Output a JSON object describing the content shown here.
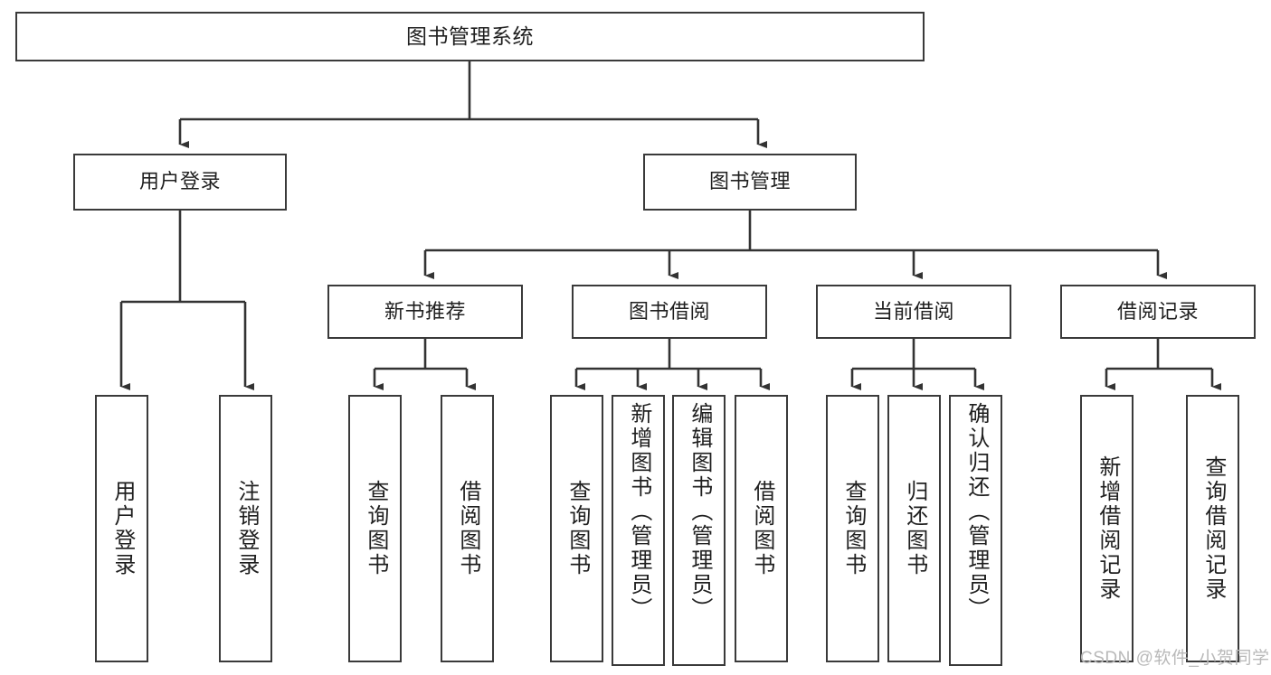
{
  "diagram": {
    "type": "tree-hierarchy",
    "title": "图书管理系统",
    "root": {
      "id": "root",
      "label": "图书管理系统"
    },
    "level2": [
      {
        "id": "user-login",
        "label": "用户登录"
      },
      {
        "id": "book-management",
        "label": "图书管理"
      }
    ],
    "level3": [
      {
        "id": "new-book-recommend",
        "label": "新书推荐",
        "parent": "book-management"
      },
      {
        "id": "book-borrow",
        "label": "图书借阅",
        "parent": "book-management"
      },
      {
        "id": "current-borrow",
        "label": "当前借阅",
        "parent": "book-management"
      },
      {
        "id": "borrow-record",
        "label": "借阅记录",
        "parent": "book-management"
      }
    ],
    "leaves": [
      {
        "id": "leaf-user-login",
        "label": "用户登录",
        "parent": "user-login"
      },
      {
        "id": "leaf-logout",
        "label": "注销登录",
        "parent": "user-login"
      },
      {
        "id": "leaf-query-book-1",
        "label": "查询图书",
        "parent": "new-book-recommend"
      },
      {
        "id": "leaf-borrow-book-1",
        "label": "借阅图书",
        "parent": "new-book-recommend"
      },
      {
        "id": "leaf-query-book-2",
        "label": "查询图书",
        "parent": "book-borrow"
      },
      {
        "id": "leaf-add-book",
        "label": "新增图书（管理员）",
        "parent": "book-borrow"
      },
      {
        "id": "leaf-edit-book",
        "label": "编辑图书（管理员）",
        "parent": "book-borrow"
      },
      {
        "id": "leaf-borrow-book-2",
        "label": "借阅图书",
        "parent": "book-borrow"
      },
      {
        "id": "leaf-query-book-3",
        "label": "查询图书",
        "parent": "current-borrow"
      },
      {
        "id": "leaf-return-book",
        "label": "归还图书",
        "parent": "current-borrow"
      },
      {
        "id": "leaf-confirm-return",
        "label": "确认归还（管理员）",
        "parent": "current-borrow"
      },
      {
        "id": "leaf-add-record",
        "label": "新增借阅记录",
        "parent": "borrow-record"
      },
      {
        "id": "leaf-query-record",
        "label": "查询借阅记录",
        "parent": "borrow-record"
      }
    ],
    "colors": {
      "border": "#3a3a3a",
      "text": "#1f1f1f",
      "background": "#ffffff",
      "connector": "#333333",
      "watermark": "#b9b9b9"
    }
  },
  "watermark": {
    "text": "CSDN @软件_小贺同学"
  }
}
